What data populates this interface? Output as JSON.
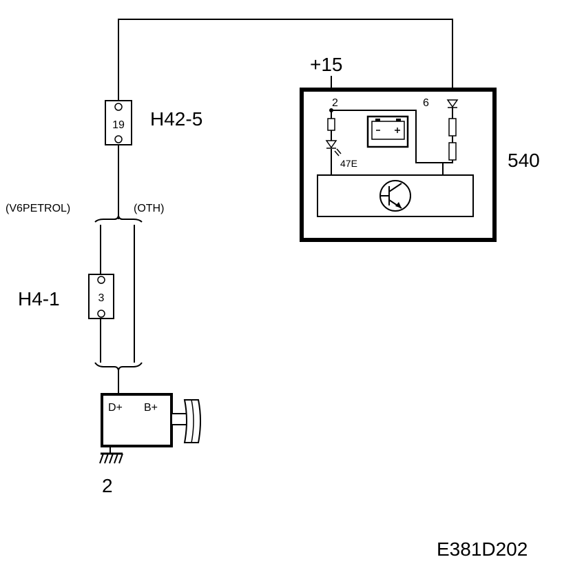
{
  "diagram": {
    "supply_label": "+15",
    "fuse_top": {
      "name": "H42-5",
      "number": "19"
    },
    "fuse_bottom": {
      "name": "H4-1",
      "number": "3"
    },
    "variant_left": "(V6PETROL)",
    "variant_right": "(OTH)",
    "module": {
      "id": "540",
      "pin_left": "2",
      "pin_right": "6",
      "led_label": "47E"
    },
    "alternator": {
      "id": "2",
      "term_d": "D+",
      "term_b": "B+"
    },
    "figure_code": "E381D202"
  }
}
